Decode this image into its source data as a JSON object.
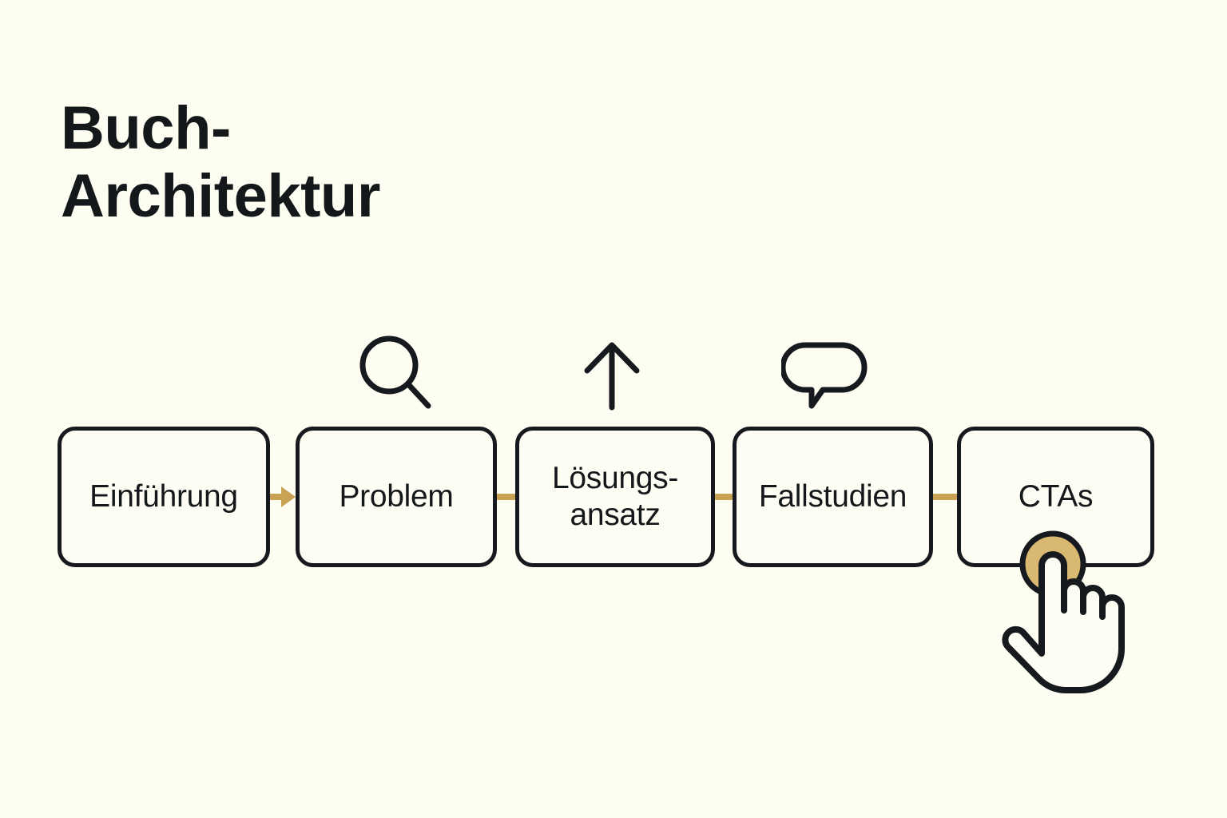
{
  "page": {
    "background_color": "#fdfdf2",
    "title": "Buch-\nArchitektur"
  },
  "colors": {
    "ink": "#16191d",
    "accent_gold": "#c9a353",
    "tap_fill": "#d9b871",
    "surface": "#fefdf4"
  },
  "flow": {
    "nodes": [
      {
        "id": "einfuehrung",
        "label": "Einführung"
      },
      {
        "id": "problem",
        "label": "Problem"
      },
      {
        "id": "loesungsansatz",
        "label": "Lösungs-\nansatz"
      },
      {
        "id": "fallstudien",
        "label": "Fallstudien"
      },
      {
        "id": "ctas",
        "label": "CTAs"
      }
    ],
    "connectors": [
      {
        "from": "einfuehrung",
        "to": "problem",
        "style": "arrow"
      },
      {
        "from": "problem",
        "to": "loesungsansatz",
        "style": "line"
      },
      {
        "from": "loesungsansatz",
        "to": "fallstudien",
        "style": "line"
      },
      {
        "from": "fallstudien",
        "to": "ctas",
        "style": "line"
      }
    ],
    "icons": [
      {
        "name": "search-icon",
        "above": "problem"
      },
      {
        "name": "arrow-up-icon",
        "above": "loesungsansatz"
      },
      {
        "name": "speech-bubble-icon",
        "above": "fallstudien"
      }
    ],
    "cursor": {
      "name": "pointing-hand-cursor",
      "target": "ctas",
      "tap_indicator": "tap-circle"
    }
  }
}
